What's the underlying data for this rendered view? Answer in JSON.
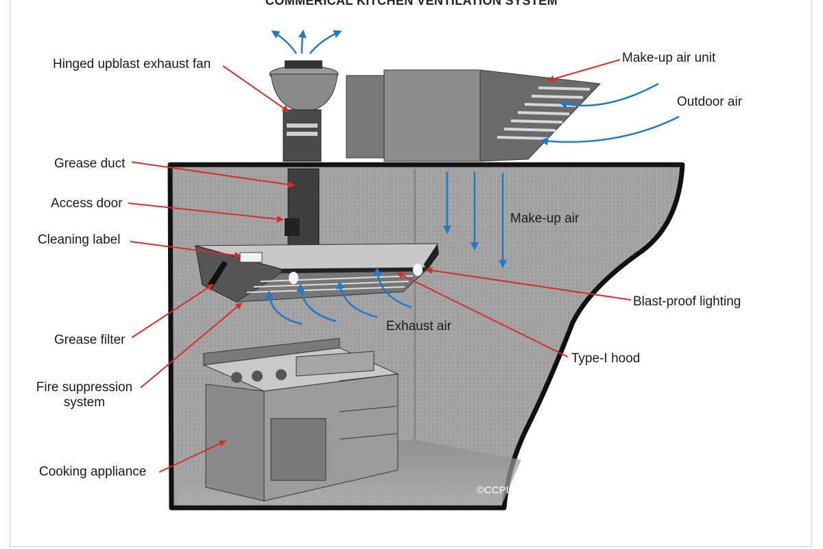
{
  "title": "COMMERICAL KITCHEN VENTILATION SYSTEM",
  "labels": {
    "exhaust_fan": "Hinged upblast exhaust fan",
    "makeup_air_unit": "Make-up air unit",
    "outdoor_air": "Outdoor air",
    "grease_duct": "Grease duct",
    "access_door": "Access door",
    "makeup_air": "Make-up air",
    "cleaning_label": "Cleaning label",
    "blast_proof_lighting": "Blast-proof lighting",
    "exhaust_air": "Exhaust air",
    "grease_filter": "Grease filter",
    "type1_hood": "Type-I hood",
    "fire_suppression": "Fire suppression system",
    "cooking_appliance": "Cooking appliance"
  },
  "credit": "©CCPIA.ORG",
  "colors": {
    "leader_arrow": "#d92b2b",
    "airflow_arrow": "#1f78c8",
    "wall": "#9a9a9a",
    "equipment": "#6e6e6e"
  }
}
